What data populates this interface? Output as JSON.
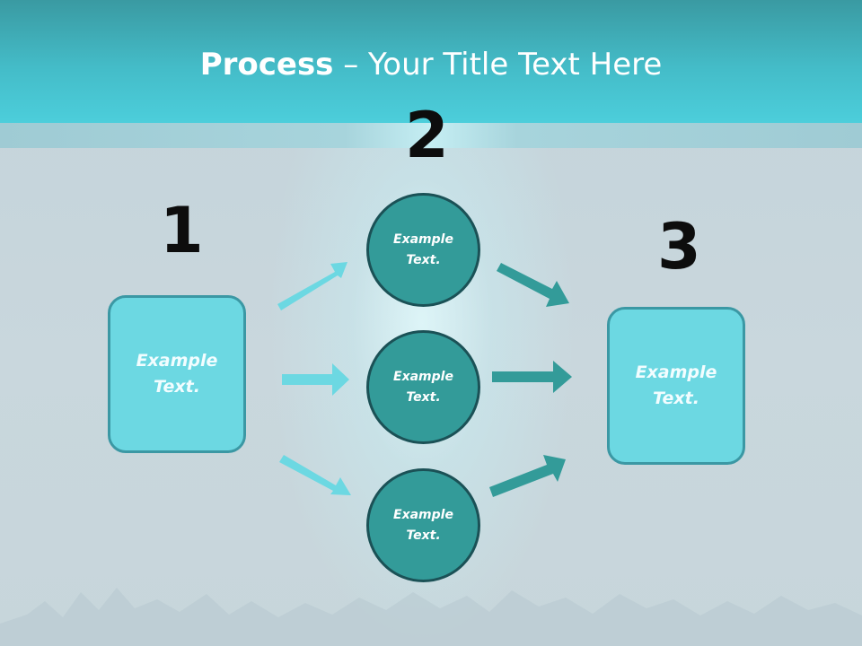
{
  "header": {
    "title_bold": "Process",
    "title_rest": " – Your Title Text Here"
  },
  "steps": {
    "one": "1",
    "two": "2",
    "three": "3"
  },
  "left_box": {
    "text": "Example Text."
  },
  "right_box": {
    "text": "Example Text."
  },
  "circles": [
    {
      "text": "Example Text."
    },
    {
      "text": "Example Text."
    },
    {
      "text": "Example Text."
    }
  ],
  "colors": {
    "header": "#44bcc8",
    "box": "#6cd8e2",
    "circle": "#339b99",
    "arrow_light": "#6cd8e2",
    "arrow_dark": "#339b99"
  }
}
